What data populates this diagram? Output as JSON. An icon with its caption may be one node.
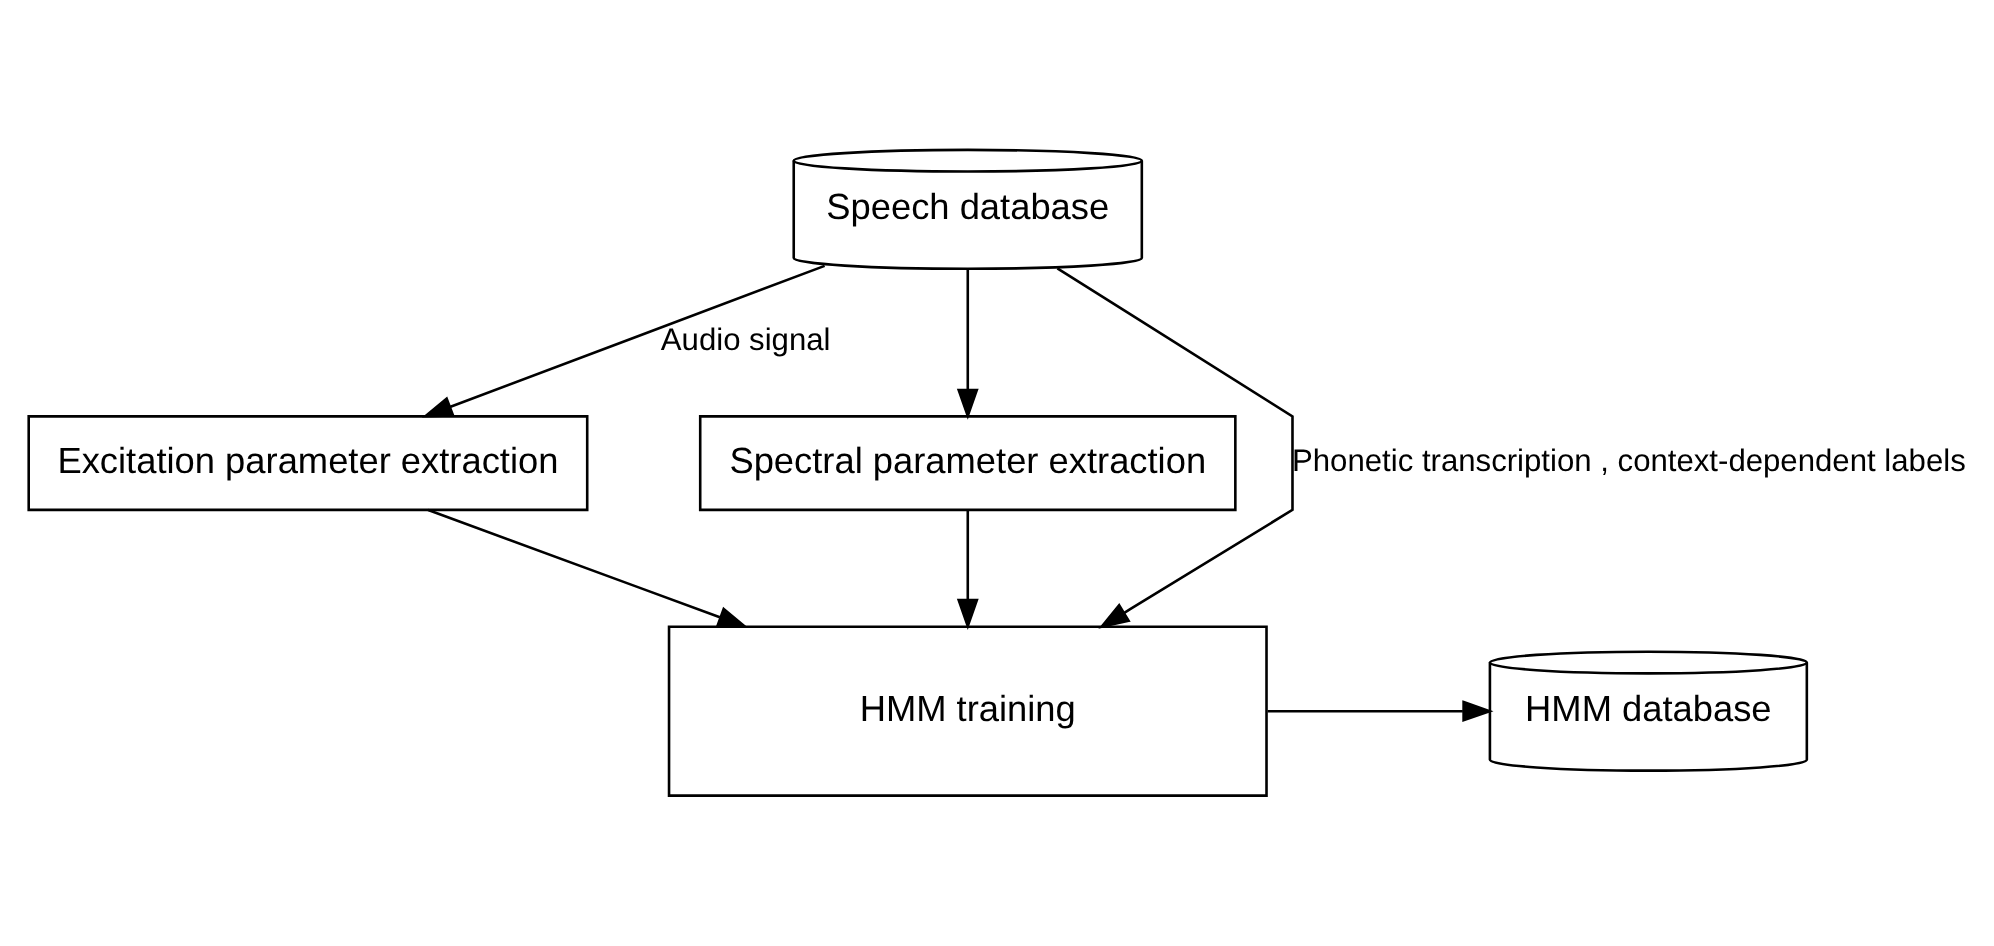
{
  "diagram": {
    "nodes": [
      {
        "text": [
          "Speech database"
        ]
      },
      {
        "text": [
          "Excitation parameter extraction"
        ]
      },
      {
        "text": [
          "Spectral parameter extraction"
        ]
      },
      {
        "text": [
          "HMM training"
        ]
      },
      {
        "text": [
          "HMM database"
        ]
      }
    ],
    "edges": [
      {
        "from": 0,
        "to": 1,
        "arrow": "to",
        "label": "Audio signal"
      },
      {
        "from": 0,
        "to": 2,
        "arrow": "to"
      },
      {
        "from": 0,
        "to": 3,
        "arrow": "to",
        "label": "Phonetic transcription , context-dependent labels"
      },
      {
        "from": 1,
        "to": 3,
        "arrow": "to"
      },
      {
        "from": 2,
        "to": 3,
        "arrow": "to"
      },
      {
        "from": 3,
        "to": 4,
        "arrow": "to"
      }
    ]
  }
}
